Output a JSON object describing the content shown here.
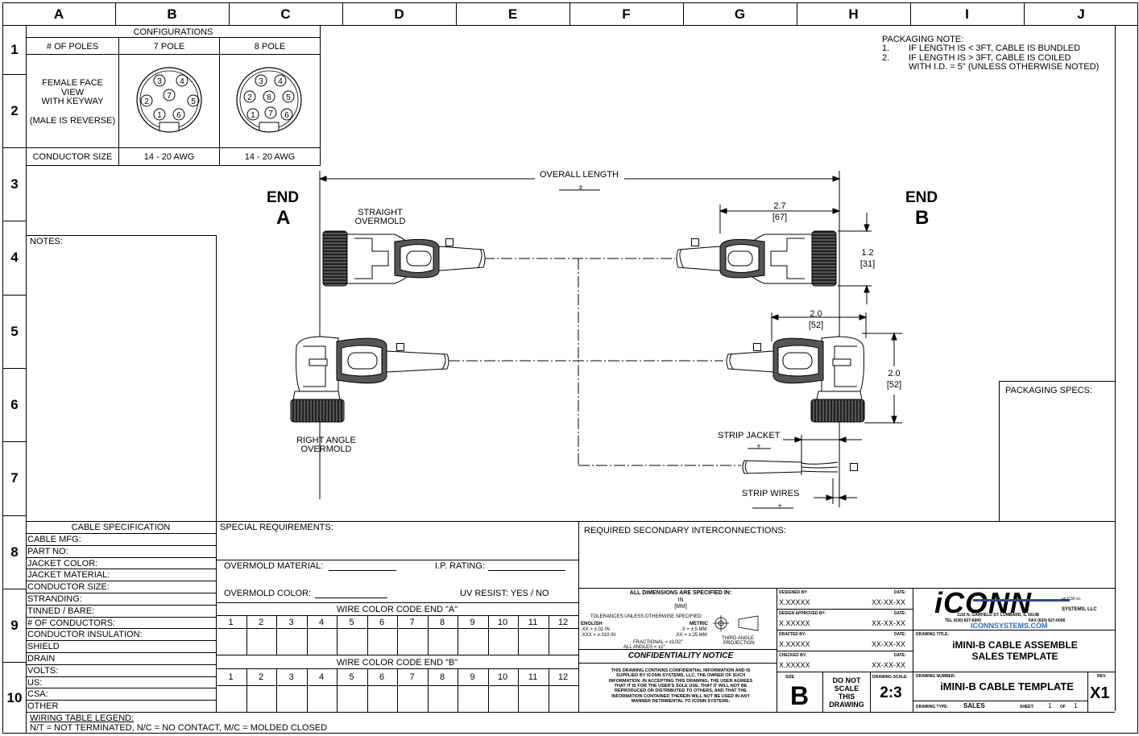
{
  "grid": {
    "columns": [
      "A",
      "B",
      "C",
      "D",
      "E",
      "F",
      "G",
      "H",
      "I",
      "J"
    ],
    "rows": [
      "1",
      "2",
      "3",
      "4",
      "5",
      "6",
      "7",
      "8",
      "9",
      "10"
    ]
  },
  "configurations": {
    "title": "CONFIGURATIONS",
    "poles_label": "# OF POLES",
    "pole7": "7 POLE",
    "pole8": "8 POLE",
    "face_line1": "FEMALE FACE",
    "face_line2": "VIEW",
    "face_line3": "WITH KEYWAY",
    "face_line4": "(MALE IS REVERSE)",
    "conductor_label": "CONDUCTOR SIZE",
    "conductor_7": "14 - 20 AWG",
    "conductor_8": "14 - 20 AWG",
    "pins7": [
      "1",
      "2",
      "3",
      "4",
      "5",
      "6",
      "7"
    ],
    "pins8": [
      "1",
      "2",
      "3",
      "4",
      "5",
      "6",
      "7",
      "8"
    ]
  },
  "packaging_note": {
    "title": "PACKAGING NOTE:",
    "n1": "1.",
    "l1": "IF LENGTH IS < 3FT, CABLE IS BUNDLED",
    "n2": "2.",
    "l2": "IF LENGTH IS > 3FT, CABLE IS COILED",
    "l3": "WITH I.D. = 5\" (UNLESS OTHERWISE NOTED)"
  },
  "drawing": {
    "end": "END",
    "end_a": "A",
    "end_b": "B",
    "overall_length": "OVERALL LENGTH",
    "pm": "±",
    "straight_1": "STRAIGHT",
    "straight_2": "OVERMOLD",
    "right_1": "RIGHT ANGLE",
    "right_2": "OVERMOLD",
    "dim_27": "2.7",
    "dim_67": "[67]",
    "dim_12": "1.2",
    "dim_31": "[31]",
    "dim_20a": "2.0",
    "dim_52a": "[52]",
    "dim_20b": "2.0",
    "dim_52b": "[52]",
    "strip_jacket": "STRIP JACKET",
    "strip_wires": "STRIP WIRES"
  },
  "notes_label": "NOTES:",
  "packaging_specs": "PACKAGING SPECS:",
  "cable_spec": {
    "title": "CABLE SPECIFICATION",
    "rows": [
      "CABLE MFG:",
      "PART NO:",
      "JACKET COLOR:",
      "JACKET MATERIAL:",
      "CONDUCTOR SIZE:",
      "STRANDING:",
      "TINNED / BARE:",
      "# OF CONDUCTORS:",
      "CONDUCTOR INSULATION:",
      "SHIELD",
      "DRAIN",
      "VOLTS:",
      "US:",
      "CSA:",
      "OTHER"
    ]
  },
  "special": {
    "title": "SPECIAL REQUIREMENTS:",
    "overmold_material": "OVERMOLD MATERIAL:",
    "ip_rating": "I.P. RATING:",
    "overmold_color": "OVERMOLD COLOR:",
    "uv_resist": "UV RESIST: YES / NO"
  },
  "wire_a": {
    "title": "WIRE COLOR CODE END \"A\"",
    "nums": [
      "1",
      "2",
      "3",
      "4",
      "5",
      "6",
      "7",
      "8",
      "9",
      "10",
      "11",
      "12"
    ]
  },
  "wire_b": {
    "title": "WIRE COLOR CODE END \"B\"",
    "nums": [
      "1",
      "2",
      "3",
      "4",
      "5",
      "6",
      "7",
      "8",
      "9",
      "10",
      "11",
      "12"
    ]
  },
  "secondary": "REQUIRED SECONDARY INTERCONNECTIONS:",
  "legend": {
    "title": "WIRING TABLE LEGEND:",
    "text": "N/T = NOT TERMINATED, N/C = NO CONTACT, M/C = MOLDED CLOSED"
  },
  "tolerance": {
    "dims_title": "ALL DIMENSIONS ARE SPECIFIED IN:",
    "in": "IN",
    "mm": "[MM]",
    "unless": "TOLERANCES UNLESS OTHERWISE SPECIFIED:",
    "english": "ENGLISH",
    "metric": "METRIC",
    "e1": ".XX = ±.02 IN",
    "e2": ".XXX = ±.010 IN",
    "m1": ".X = ±.5 MM",
    "m2": ".XX = ±.25 MM",
    "f1": "FRACTIONAL = ±1/32\"",
    "f2": "ALL ANGLES = ±2°",
    "proj1": "THIRD ANGLE",
    "proj2": "PROJECTION",
    "conf_title": "CONFIDENTIALITY NOTICE",
    "conf_lines": [
      "THIS DRAWING CONTAINS CONFIDENTIAL INFORMATION AND IS",
      "SUPPLIED BY ICONN SYSTEMS, LLC, THE OWNER OF SUCH",
      "INFORMATION. IN ACCEPTING THIS DRAWING, THE USER AGREES",
      "THAT IT IS FOR THE USER'S SOLE USE, THAT IT WILL NOT BE",
      "REPRODUCED OR DISTRIBUTED TO OTHERS, AND THAT THE",
      "INFORMATION CONTAINED THEREIN WILL NOT BE USED IN ANY",
      "MANNER DETRIMENTAL TO ICONN SYSTEMS."
    ]
  },
  "title_block": {
    "designed_by": "DESIGNED BY:",
    "design_approved": "DESIGN APPROVED BY:",
    "drafted_by": "DRAFTED BY:",
    "checked_by": "CHECKED BY:",
    "date": "DATE:",
    "name": "X.XXXXX",
    "date_val": "XX-XX-XX",
    "size_label": "SIZE",
    "size": "B",
    "dns1": "DO NOT",
    "dns2": "SCALE",
    "dns3": "THIS",
    "dns4": "DRAWING",
    "scale_label": "DRAWING SCALE:",
    "scale": "2:3",
    "logo": "iCONN",
    "logo_sub1": "an ICM co.",
    "logo_sub2": "SYSTEMS, LLC",
    "addr": "1110 N. GARFIELD ST. LOMBARD, IL 60148",
    "tel": "TEL (630) 827-6000",
    "fax": "FAX (630) 827-6006",
    "web": "ICONNSYSTEMS.COM",
    "drawing_title_label": "DRAWING TITLE:",
    "title1": "iMINI-B  CABLE ASSEMBLE",
    "title2": "SALES TEMPLATE",
    "drawing_number_label": "DRAWING NUMBER:",
    "drawing_number": "iMINI-B CABLE TEMPLATE",
    "rev_label": "REV.",
    "rev": "X1",
    "type_label": "DRAWING TYPE:",
    "type": "SALES",
    "sheet_label": "SHEET:",
    "sheet": "1",
    "of_label": "OF",
    "of": "1"
  }
}
